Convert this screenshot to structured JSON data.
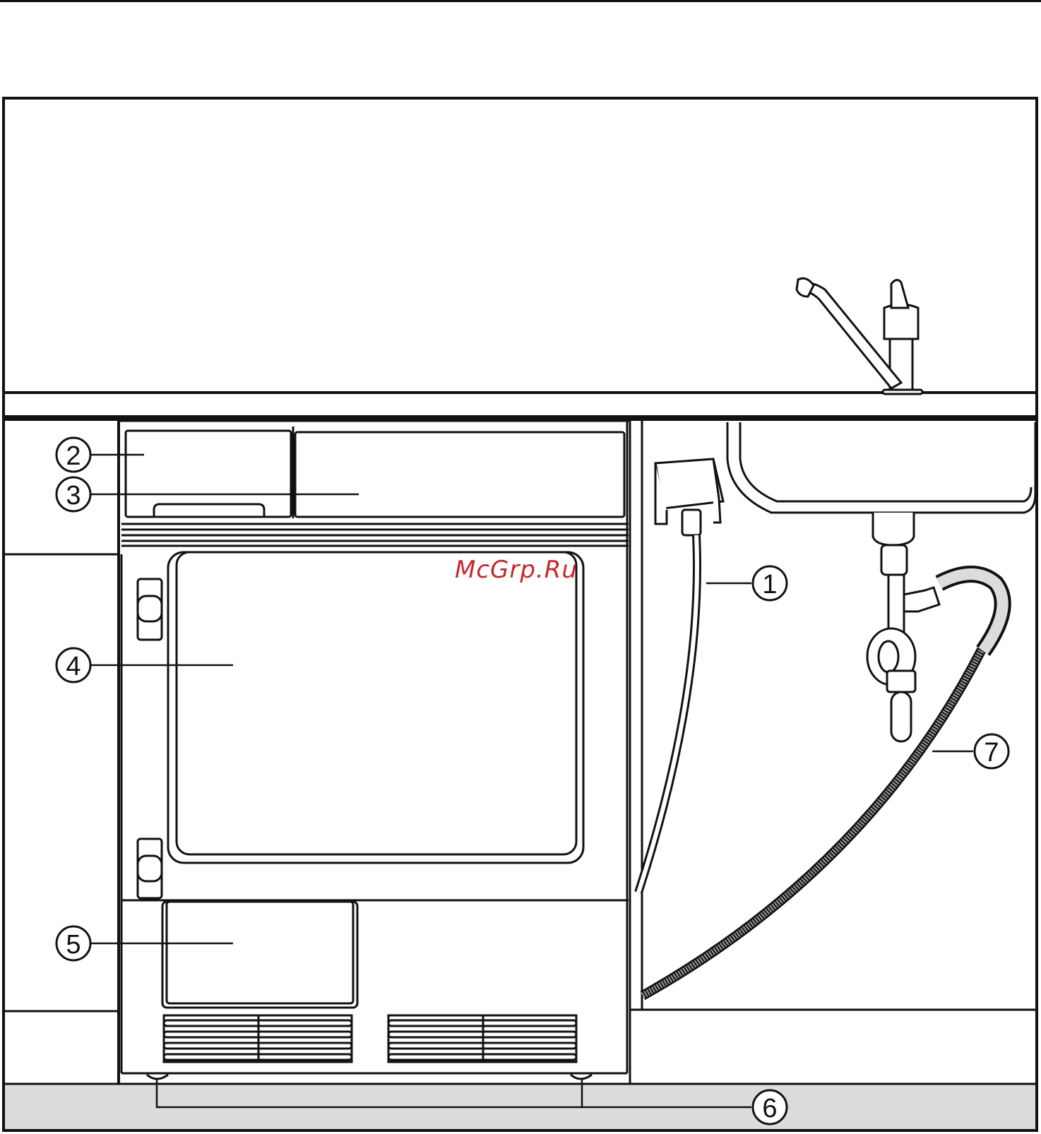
{
  "watermark": "McGrp.Ru",
  "callouts": [
    {
      "id": "1",
      "label": "1"
    },
    {
      "id": "2",
      "label": "2"
    },
    {
      "id": "3",
      "label": "3"
    },
    {
      "id": "4",
      "label": "4"
    },
    {
      "id": "5",
      "label": "5"
    },
    {
      "id": "6",
      "label": "6"
    },
    {
      "id": "7",
      "label": "7"
    }
  ],
  "colors": {
    "line": "#111111",
    "floor": "#dcdcdc",
    "watermark": "#c8282c",
    "hose": "#9a9a9a"
  }
}
